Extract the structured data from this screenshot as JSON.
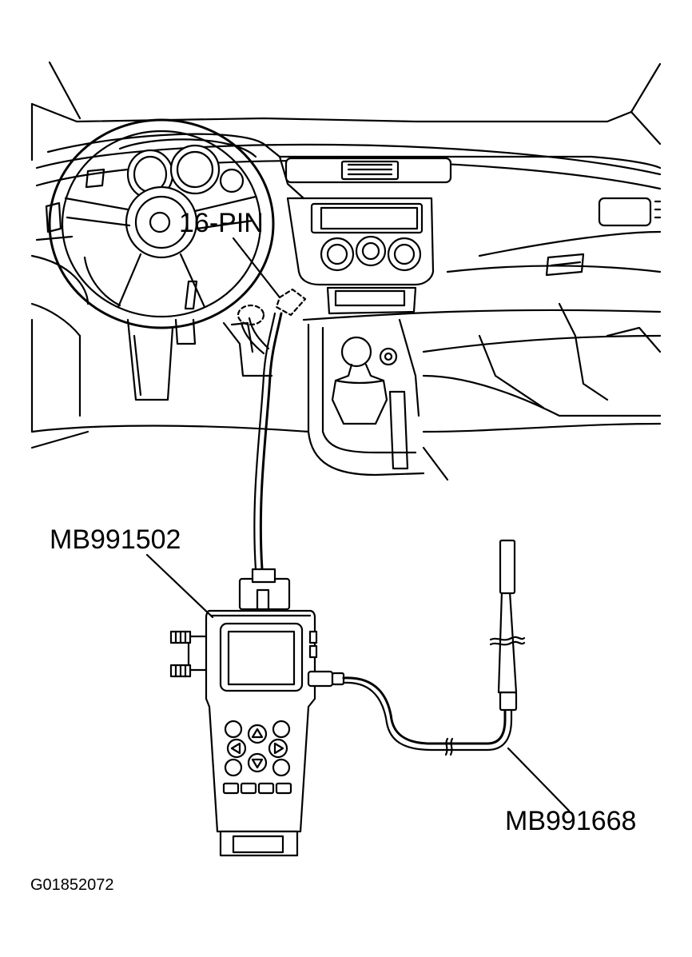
{
  "labels": {
    "connector": "16-PIN",
    "tester": "MB991502",
    "probe": "MB991668",
    "figure_id": "G01852072"
  },
  "colors": {
    "line": "#000000",
    "background": "#ffffff"
  }
}
